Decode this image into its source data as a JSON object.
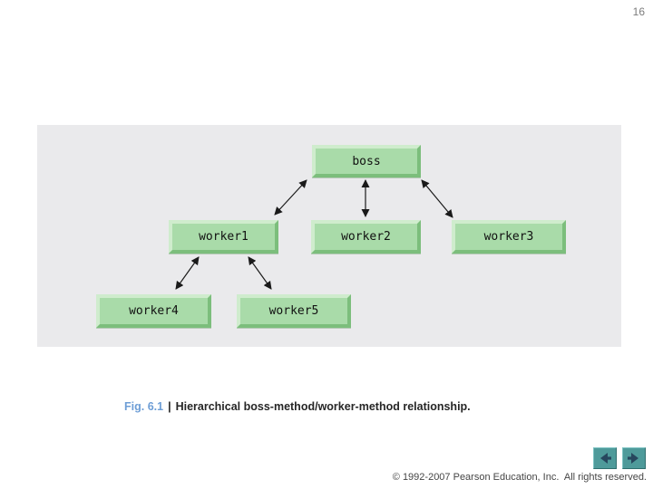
{
  "page": {
    "number": "16",
    "copyright": "© 1992-2007 Pearson Education, Inc.  All rights reserved."
  },
  "caption": {
    "fig_label": "Fig. 6.1",
    "separator": "|",
    "text": "Hierarchical boss-method/worker-method relationship."
  },
  "nav": {
    "back": "previous slide",
    "forward": "next slide"
  },
  "diagram": {
    "type": "hierarchy",
    "nodes": {
      "boss": {
        "label": "boss"
      },
      "worker1": {
        "label": "worker1"
      },
      "worker2": {
        "label": "worker2"
      },
      "worker3": {
        "label": "worker3"
      },
      "worker4": {
        "label": "worker4"
      },
      "worker5": {
        "label": "worker5"
      }
    },
    "edges": [
      {
        "from": "boss",
        "to": "worker1",
        "bidirectional": true
      },
      {
        "from": "boss",
        "to": "worker2",
        "bidirectional": true
      },
      {
        "from": "boss",
        "to": "worker3",
        "bidirectional": true
      },
      {
        "from": "worker1",
        "to": "worker4",
        "bidirectional": true
      },
      {
        "from": "worker1",
        "to": "worker5",
        "bidirectional": true
      }
    ]
  },
  "colors": {
    "node_fill": "#a9dba9",
    "node_bevel_light": "#cfeccd",
    "node_bevel_dark": "#7cbe7c",
    "panel_bg": "#eaeaec",
    "caption_accent": "#6e9ed6",
    "nav_button": "#4e9a9a",
    "nav_icon": "#27475e"
  }
}
